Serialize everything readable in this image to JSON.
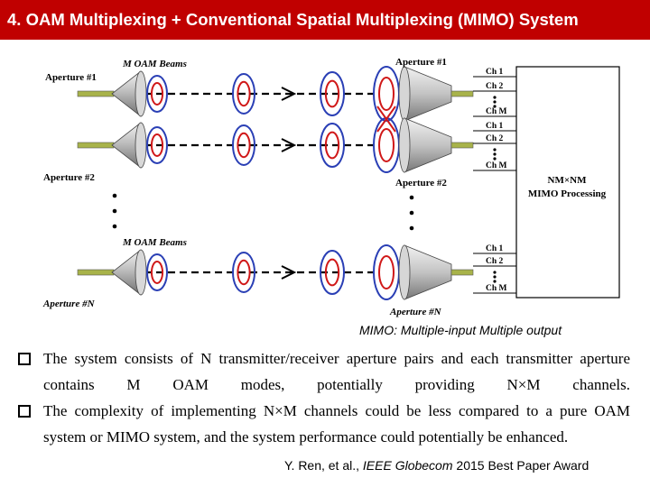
{
  "slide": {
    "title": "4. OAM Multiplexing + Conventional Spatial Multiplexing (MIMO) System",
    "accent_color": "#c00000"
  },
  "diagram": {
    "tx_labels": [
      "Aperture #1",
      "Aperture #2",
      "Aperture #N"
    ],
    "rx_labels": [
      "Aperture #1",
      "Aperture #2",
      "Aperture #N"
    ],
    "beam_labels": [
      "M OAM Beams",
      "M OAM Beams"
    ],
    "channel_labels": [
      "Ch 1",
      "Ch 2",
      "Ch M"
    ],
    "processing_label_1": "NM×NM",
    "processing_label_2": "MIMO Processing",
    "caption": "MIMO: Multiple-input Multiple output"
  },
  "bullets": [
    "The system consists of N transmitter/receiver aperture pairs and each transmitter aperture contains M OAM modes, potentially providing N×M channels.",
    "The complexity of implementing N×M channels could be less compared to a pure OAM system or MIMO system, and the system performance could potentially be enhanced."
  ],
  "citation": {
    "authors": "Y. Ren, et al., ",
    "venue": "IEEE Globecom",
    "award": " 2015 Best Paper Award"
  }
}
